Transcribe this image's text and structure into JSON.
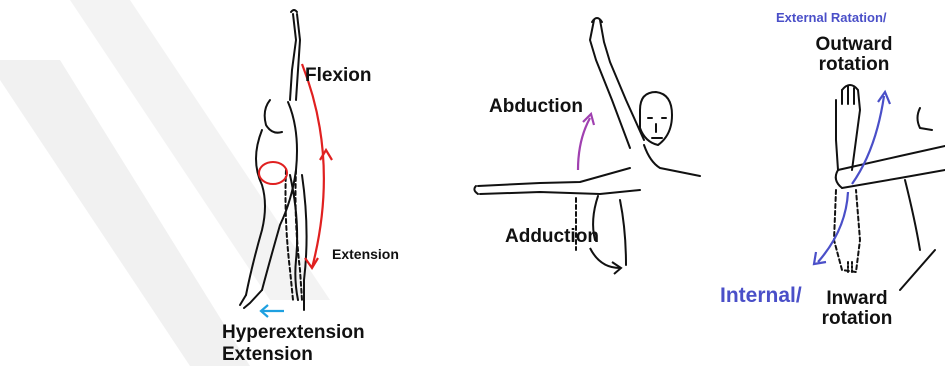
{
  "panels": {
    "flexion_extension": {
      "flexion_label": "Flexion",
      "extension_label": "Extension",
      "hyperextension_label": "Hyperextension",
      "bottom_extension_label": "Extension",
      "colors": {
        "flexion_arc": "#e02020",
        "hyperextension_arrow": "#1ea0e0"
      }
    },
    "abduction_adduction": {
      "abduction_label": "Abduction",
      "adduction_label": "Adduction",
      "colors": {
        "abduction_arrow": "#a040b0"
      }
    },
    "rotation": {
      "external_label": "External Ratation/",
      "outward_label_line1": "Outward",
      "outward_label_line2": "rotation",
      "internal_label": "Internal/",
      "inward_label_line1": "Inward",
      "inward_label_line2": "rotation",
      "colors": {
        "rotation_arrows": "#4a4fc8",
        "external_text": "#4a4fc8",
        "internal_text": "#4a4fc8"
      }
    }
  },
  "watermark": "light grey chevron shapes"
}
